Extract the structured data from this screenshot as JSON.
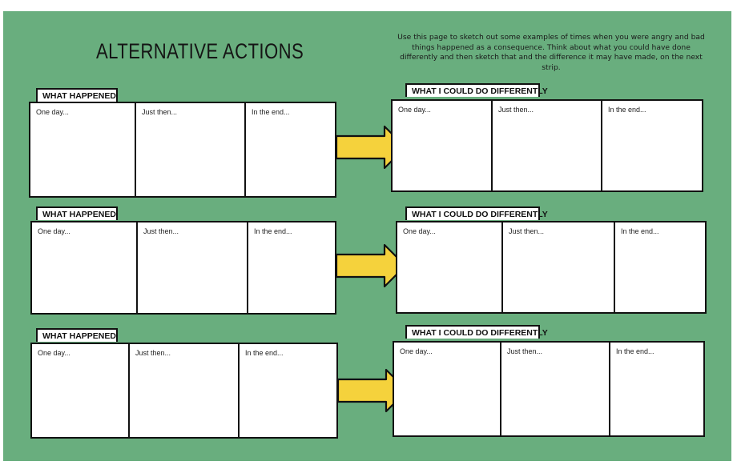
{
  "title": "ALTERNATIVE ACTIONS",
  "intro": "Use this page to sketch out some examples of times when you were angry and bad things happened as a consequence. Think about what you could have done differently and then sketch that and the difference it may have made, on the next strip.",
  "left_tag": "WHAT HAPPENED",
  "right_tag": "WHAT I COULD DO DIFFERENTLY",
  "panels": {
    "p1": "One day...",
    "p2": "Just then...",
    "p3": "In the end..."
  },
  "colors": {
    "background": "#69ae7e",
    "arrow": "#f5d23c",
    "outline": "#111111"
  },
  "icons": {
    "arrow": "right-arrow-icon"
  }
}
